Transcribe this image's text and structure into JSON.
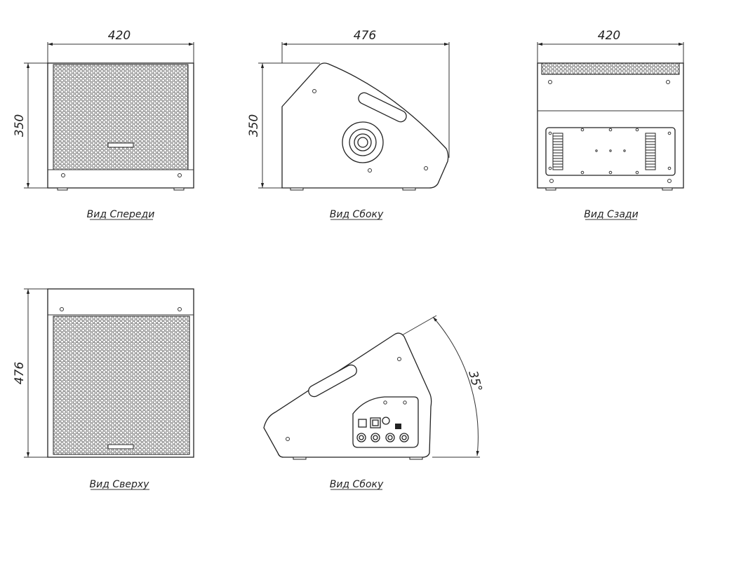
{
  "views": {
    "front": {
      "caption": "Вид Спереди",
      "width_dim": "420",
      "height_dim": "350"
    },
    "side": {
      "caption": "Вид Сбоку",
      "width_dim": "476",
      "height_dim": "350"
    },
    "back": {
      "caption": "Вид Сзади",
      "width_dim": "420"
    },
    "top": {
      "caption": "Вид Сверху",
      "height_dim": "476"
    },
    "side_panel": {
      "caption": "Вид Сбоку",
      "angle_dim": "35°"
    }
  }
}
